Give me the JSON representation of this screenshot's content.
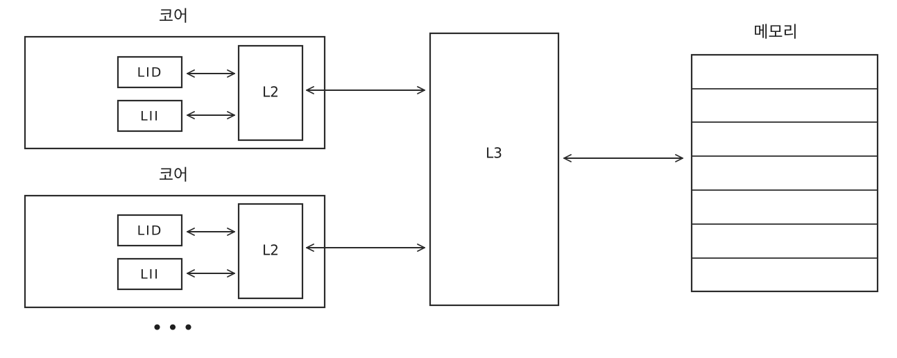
{
  "core_label_1": "코어",
  "core_label_2": "코어",
  "memory_label": "메모리",
  "core1": {
    "l1d": "LID",
    "l1i": "LII",
    "l2": "L2"
  },
  "core2": {
    "l1d": "LID",
    "l1i": "LII",
    "l2": "L2"
  },
  "l3": "L3",
  "ellipsis": "•••"
}
